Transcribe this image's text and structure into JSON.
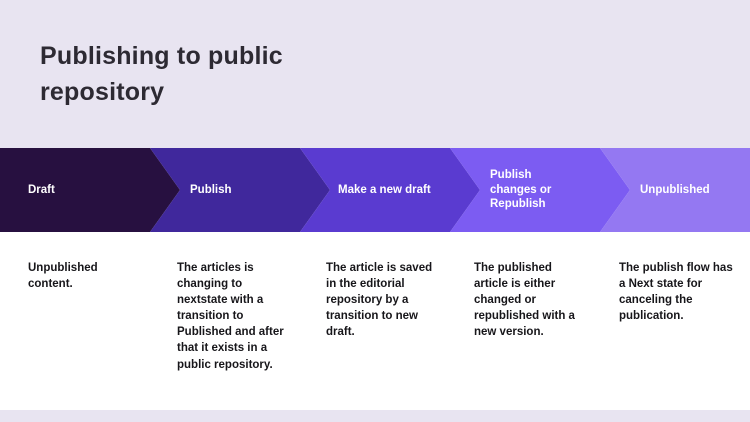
{
  "title": "Publishing to public repository",
  "stages": [
    {
      "label": "Draft",
      "description": "Unpublished content.",
      "color": "#271040"
    },
    {
      "label": "Publish",
      "description": "The articles is changing to nextstate with a transition to Published and after that it exists in a public repository.",
      "color": "#40289c"
    },
    {
      "label": "Make a new draft",
      "description": "The article is saved in the editorial repository by a transition to new draft.",
      "color": "#5a3bd0"
    },
    {
      "label": "Publish changes or Republish",
      "description": "The published article is either changed or republished with a new version.",
      "color": "#7c5cf2"
    },
    {
      "label": "Unpublished",
      "description": "The publish flow has a Next state for canceling the publication.",
      "color": "#9478f2"
    }
  ],
  "colors": {
    "background_top": "#e8e4f1",
    "background_main": "#ffffff",
    "title_text": "#2d2a33",
    "stage_label_text": "#ffffff",
    "description_text": "#17161a"
  }
}
